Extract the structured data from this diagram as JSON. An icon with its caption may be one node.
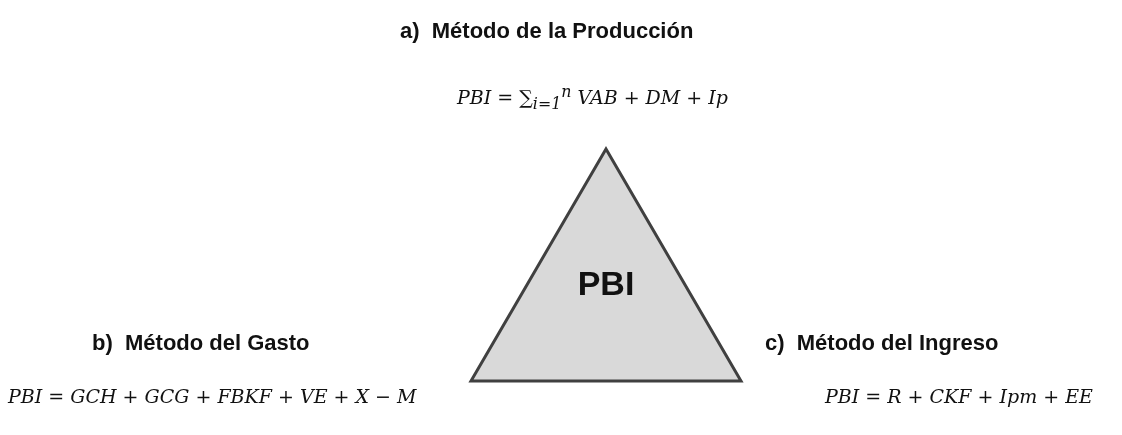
{
  "diagram": {
    "nodes": [
      {
        "text": [
          "PBI"
        ]
      }
    ],
    "labels": [
      "a)  Método de la Producción",
      "PBI = ∑$_{i=1}$$^{n}$ VAB + DM + Ip",
      "b)  Método del Gasto",
      "c)  Método del Ingreso",
      "PBI = GCH + GCG + FBKF + VE + X − M",
      "PBI = R + CKF + Ipm + EE"
    ]
  }
}
